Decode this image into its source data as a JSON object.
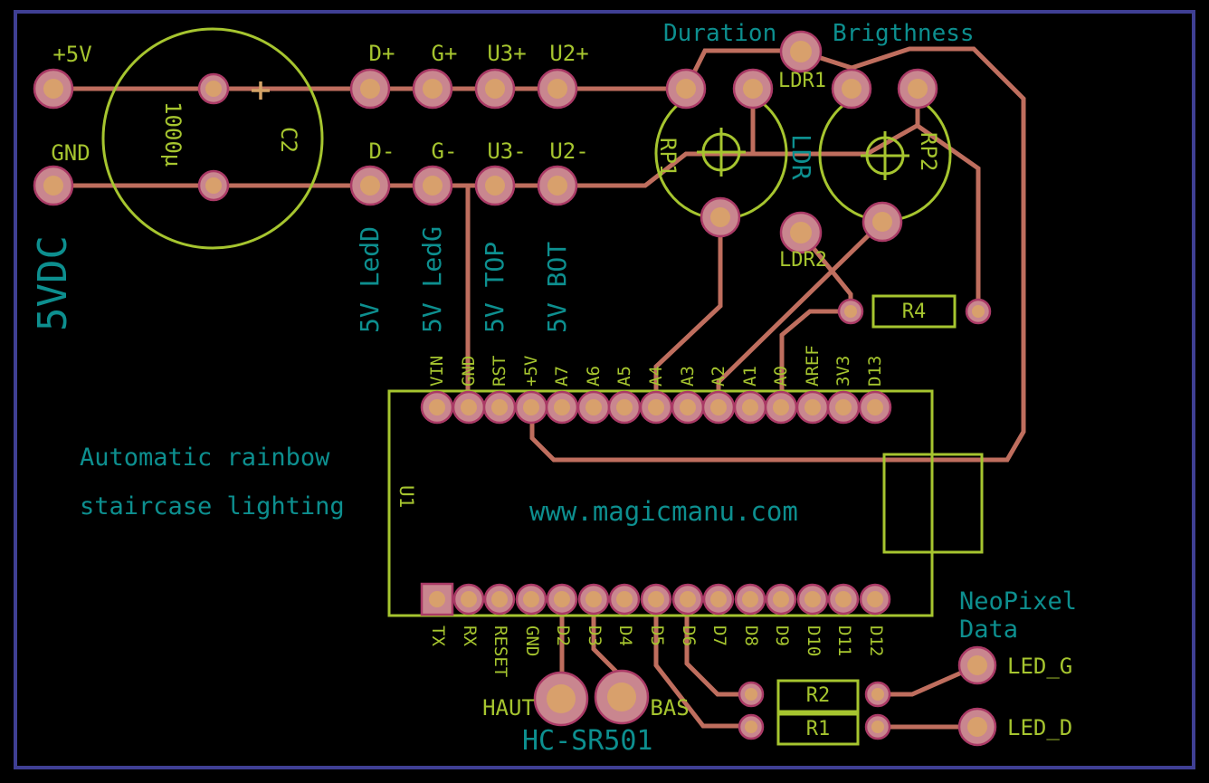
{
  "colors": {
    "background": "#000000",
    "board_outline": "#3f3f94",
    "copper_trace": "#bf6e5e",
    "pad_body": "#c9868f",
    "pad_rim": "#aa3a66",
    "pad_hole": "#d8a06c",
    "silkscreen": "#a6c52f",
    "label_teal": "#0d8f8f",
    "plus_mark": "#d4a366"
  },
  "title_block": {
    "line1": "Automatic rainbow",
    "line2": "staircase lighting",
    "website": "www.magicmanu.com"
  },
  "power_input": {
    "plus_label": "+5V",
    "gnd_label": "GND",
    "rail_label": "5VDC"
  },
  "capacitor": {
    "ref": "C2",
    "value": "1000µ"
  },
  "power_header": {
    "plus_labels": [
      "D+",
      "G+",
      "U3+",
      "U2+"
    ],
    "minus_labels": [
      "D-",
      "G-",
      "U3-",
      "U2-"
    ],
    "net_labels": [
      "5V LedD",
      "5V LedG",
      "5V TOP",
      "5V BOT"
    ]
  },
  "potentiometers": {
    "duration_label": "Duration",
    "brightness_label": "Brigthness",
    "rp1_ref": "RP1",
    "rp2_ref": "RP2"
  },
  "ldr": {
    "ldr1_ref": "LDR1",
    "ldr2_ref": "LDR2",
    "body_label": "LDR"
  },
  "resistors": {
    "r4": "R4",
    "r2": "R2",
    "r1": "R1"
  },
  "mcu": {
    "ref": "U1",
    "top_pins": [
      "VIN",
      "GND",
      "RST",
      "+5V",
      "A7",
      "A6",
      "A5",
      "A4",
      "A3",
      "A2",
      "A1",
      "A0",
      "AREF",
      "3V3",
      "D13"
    ],
    "bottom_pins": [
      "TX",
      "RX",
      "RESET",
      "GND",
      "D2",
      "D3",
      "D4",
      "D5",
      "D6",
      "D7",
      "D8",
      "D9",
      "D10",
      "D11",
      "D12"
    ]
  },
  "pir_sensor": {
    "label": "HC-SR501",
    "haut_label": "HAUT",
    "bas_label": "BAS"
  },
  "neopixel": {
    "title1": "NeoPixel",
    "title2": "Data",
    "led_g_label": "LED_G",
    "led_d_label": "LED_D"
  }
}
